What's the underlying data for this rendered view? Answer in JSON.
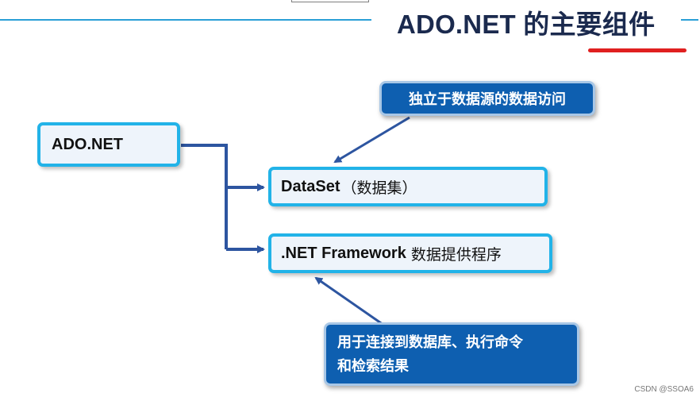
{
  "slide": {
    "title": "ADO.NET 的主要组件"
  },
  "nodes": {
    "root": "ADO.NET",
    "dataset_en": "DataSet",
    "dataset_cn": "（数据集）",
    "provider_en": ".NET Framework",
    "provider_cn": "数据提供程序"
  },
  "callouts": {
    "dataset_note": "独立于数据源的数据访问",
    "provider_note_line1": "用于连接到数据库、执行命令",
    "provider_note_line2": "和检索结果"
  },
  "watermark": "CSDN @SSOA6",
  "colors": {
    "box_border": "#22b3e8",
    "box_fill": "#eef4fb",
    "callout_fill": "#0e5fb0",
    "connector": "#2d55a0",
    "title_text": "#1b2a4e",
    "accent_red": "#e02020",
    "top_rule": "#2a9fd6"
  }
}
